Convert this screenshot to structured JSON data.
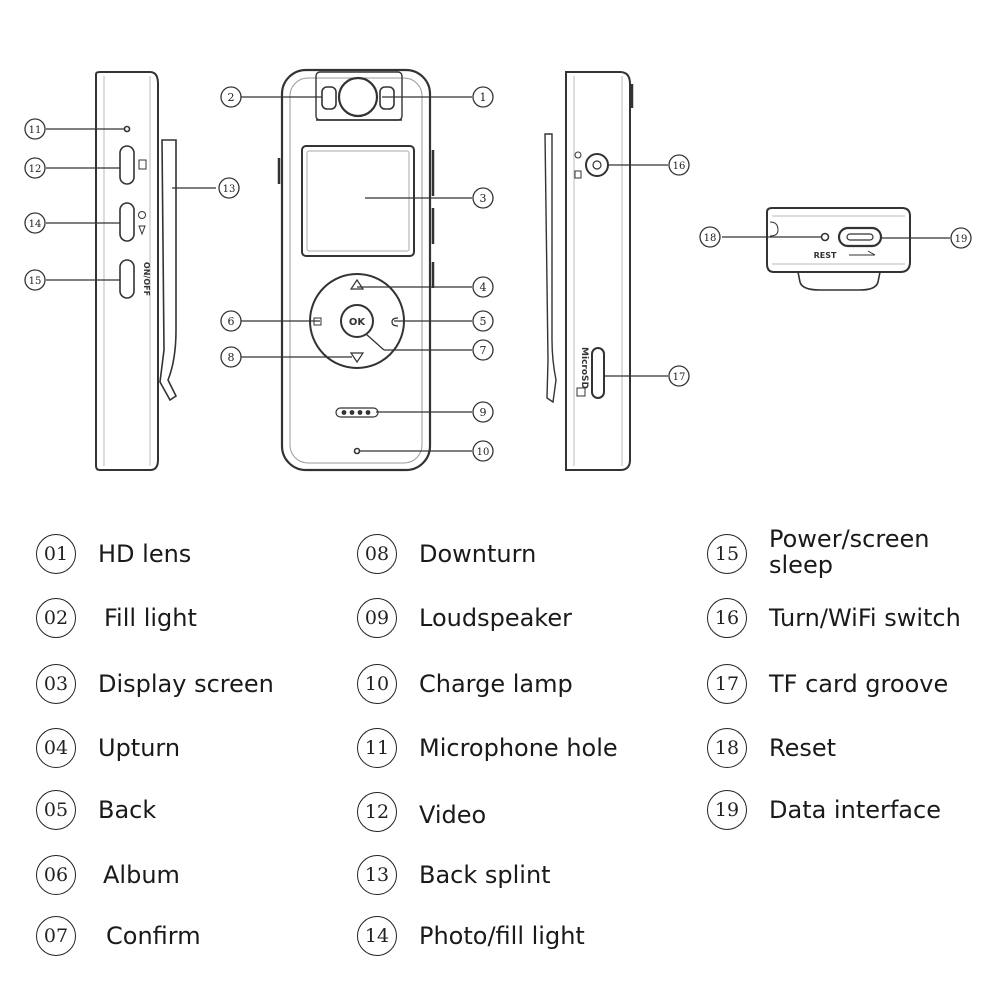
{
  "device": {
    "ok_label": "OK",
    "onoff_label": "ON/OFF",
    "microsd_label": "MicroSD",
    "rest_label": "REST"
  },
  "callouts": [
    "1",
    "2",
    "3",
    "4",
    "5",
    "6",
    "7",
    "8",
    "9",
    "10",
    "11",
    "12",
    "13",
    "14",
    "15",
    "16",
    "17",
    "18",
    "19"
  ],
  "legend": [
    {
      "num": "01",
      "label": "HD lens"
    },
    {
      "num": "02",
      "label": "Fill light"
    },
    {
      "num": "03",
      "label": "Display screen"
    },
    {
      "num": "04",
      "label": "Upturn"
    },
    {
      "num": "05",
      "label": "Back"
    },
    {
      "num": "06",
      "label": "Album"
    },
    {
      "num": "07",
      "label": "Confirm"
    },
    {
      "num": "08",
      "label": "Downturn"
    },
    {
      "num": "09",
      "label": "Loudspeaker"
    },
    {
      "num": "10",
      "label": "Charge lamp"
    },
    {
      "num": "11",
      "label": "Microphone hole"
    },
    {
      "num": "12",
      "label": "Video"
    },
    {
      "num": "13",
      "label": "Back splint"
    },
    {
      "num": "14",
      "label": "Photo/fill light"
    },
    {
      "num": "15",
      "label": "Power/screen sleep"
    },
    {
      "num": "16",
      "label": "Turn/WiFi switch"
    },
    {
      "num": "17",
      "label": "TF card groove"
    },
    {
      "num": "18",
      "label": "Reset"
    },
    {
      "num": "19",
      "label": "Data interface"
    }
  ]
}
